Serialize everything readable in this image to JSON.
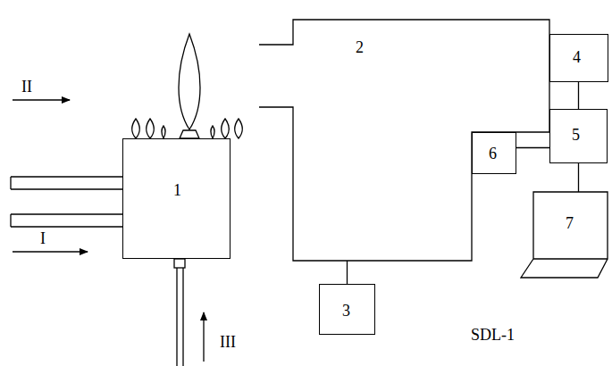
{
  "diagram": {
    "nodes": [
      {
        "text": [
          "1"
        ]
      },
      {
        "text": [
          "2"
        ]
      },
      {
        "text": [
          "3"
        ]
      },
      {
        "text": [
          "4"
        ]
      },
      {
        "text": [
          "5"
        ]
      },
      {
        "text": [
          "6"
        ]
      },
      {
        "text": [
          "7"
        ]
      }
    ],
    "edges": [
      {
        "from": 1,
        "to": 2,
        "arrow": "none"
      },
      {
        "from": 3,
        "to": 4,
        "arrow": "none"
      },
      {
        "from": 5,
        "to": 4,
        "arrow": "none"
      },
      {
        "from": 4,
        "to": 6,
        "arrow": "none"
      }
    ],
    "labels": [
      "II",
      "I",
      "III",
      "SDL-1"
    ]
  }
}
